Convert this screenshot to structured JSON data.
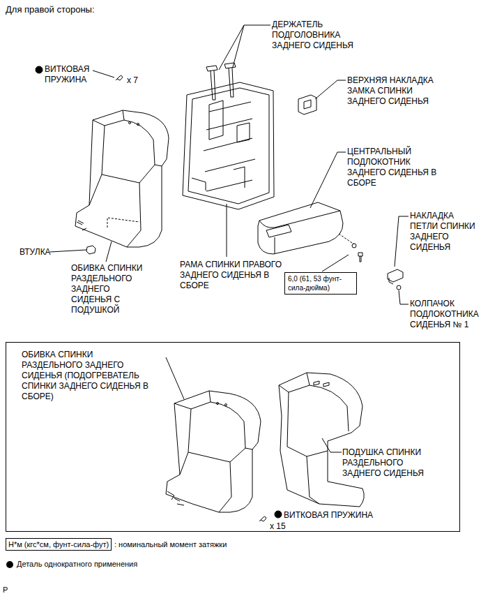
{
  "diagram": {
    "title": "Для правой стороны:",
    "nodes": [
      {
        "text": [
          "6,0 (61, 53 фунт-сила-дюйма)"
        ]
      },
      {
        "text": [
          "ОБИВКА СПИНКИ РАЗДЕЛЬНОГО ЗАДНЕГО СИДЕНЬЯ (ПОДОГРЕВАТЕЛЬ СПИНКИ ЗАДНЕГО СИДЕНЬЯ В СБОРЕ)",
          "ПОДУШКА СПИНКИ РАЗДЕЛЬНОГО ЗАДНЕГО СИДЕНЬЯ",
          "ВИТКОВАЯ ПРУЖИНА",
          "x 15"
        ]
      },
      {
        "text": [
          "Н*м (кгс*см, фунт-сила-фут)"
        ]
      }
    ],
    "labels": [
      "ДЕРЖАТЕЛЬ ПОДГОЛОВНИКА ЗАДНЕГО СИДЕНЬЯ",
      "ВИТКОВАЯ ПРУЖИНА",
      "x 7",
      "ВЕРХНЯЯ НАКЛАДКА ЗАМКА СПИНКИ ЗАДНЕГО СИДЕНЬЯ",
      "ЦЕНТРАЛЬНЫЙ ПОДЛОКОТНИК ЗАДНЕГО СИДЕНЬЯ В СБОРЕ",
      "НАКЛАДКА ПЕТЛИ СПИНКИ ЗАДНЕГО СИДЕНЬЯ",
      "ВТУЛКА",
      "ОБИВКА СПИНКИ РАЗДЕЛЬНОГО ЗАДНЕГО СИДЕНЬЯ С ПОДУШКОЙ",
      "РАМА СПИНКИ ПРАВОГО ЗАДНЕГО СИДЕНЬЯ В СБОРЕ",
      "КОЛПАЧОК ПОДЛОКОТНИКА СИДЕНЬЯ № 1",
      ": номинальный момент затяжки",
      "P"
    ],
    "legend": [
      {
        "text": "Деталь однократного применения"
      }
    ]
  }
}
